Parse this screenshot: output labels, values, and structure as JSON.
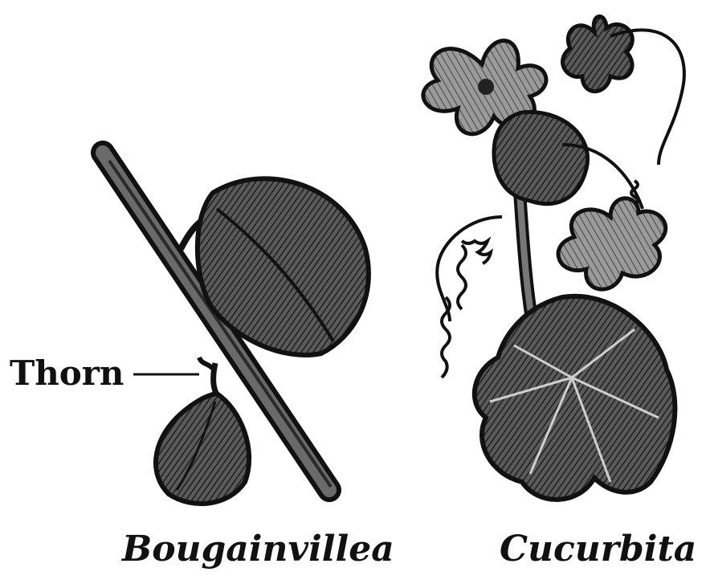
{
  "diagram": {
    "left_plant": {
      "name": "Bougainvillea",
      "label": "Thorn"
    },
    "right_plant": {
      "name": "Cucurbita"
    }
  }
}
